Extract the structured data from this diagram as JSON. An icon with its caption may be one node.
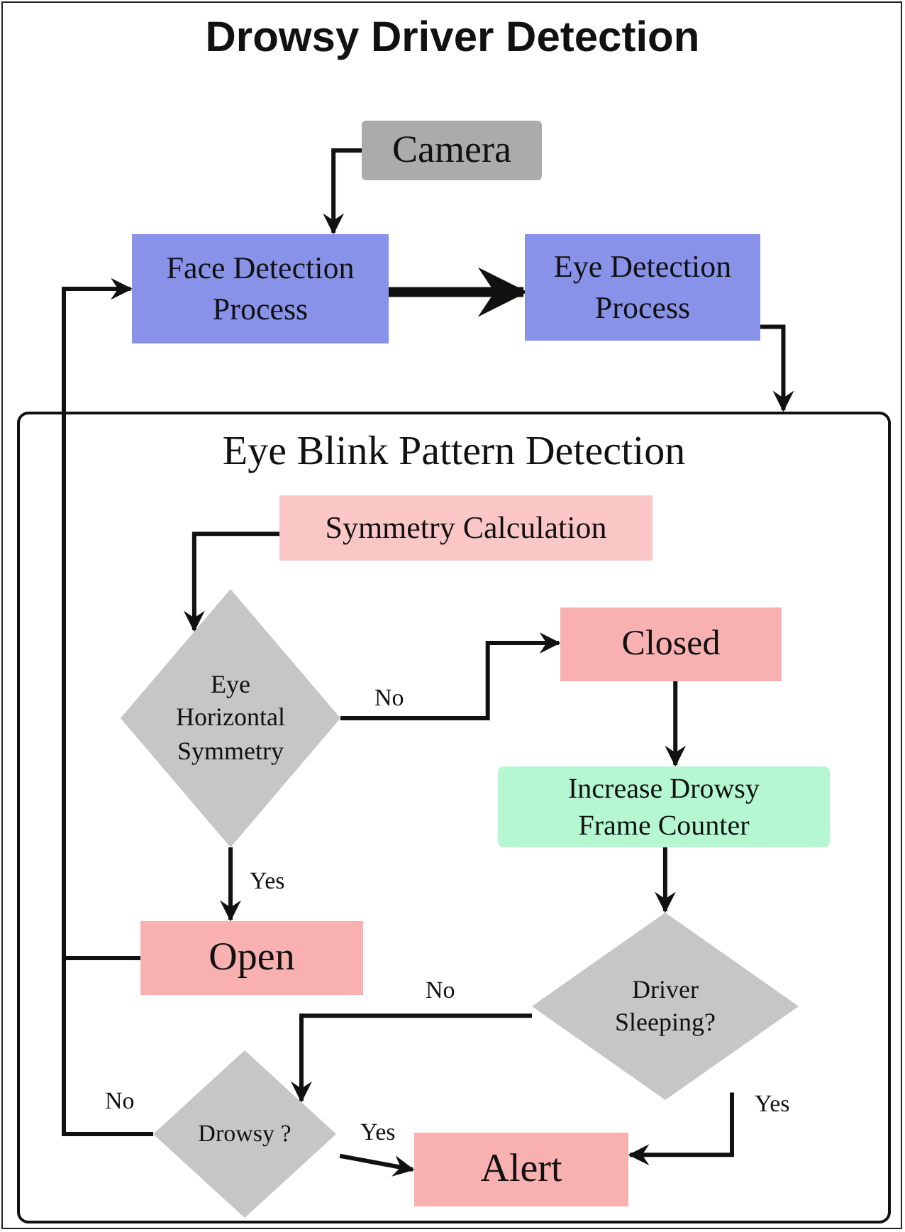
{
  "diagram": {
    "title": "Drowsy Driver Detection",
    "nodes": [
      {
        "text": [
          "Camera"
        ]
      },
      {
        "text": [
          "Face Detection Process"
        ]
      },
      {
        "text": [
          "Eye Detection Process"
        ]
      },
      {
        "text": [
          "Eye Blink Pattern Detection"
        ]
      },
      {
        "text": [
          "Symmetry Calculation"
        ],
        "in": 3
      },
      {
        "text": [
          "Eye Horizontal Symmetry"
        ],
        "in": 3
      },
      {
        "text": [
          "Closed"
        ],
        "in": 3
      },
      {
        "text": [
          "Increase Drowsy Frame Counter"
        ],
        "in": 3
      },
      {
        "text": [
          "Open"
        ],
        "in": 3
      },
      {
        "text": [
          "Driver Sleeping?"
        ],
        "in": 3
      },
      {
        "text": [
          "Drowsy ?"
        ],
        "in": 3
      },
      {
        "text": [
          "Alert"
        ],
        "in": 3
      }
    ],
    "edges": [
      {
        "from": 0,
        "to": 1,
        "arrow": "to"
      },
      {
        "from": 1,
        "to": 2,
        "arrow": "to",
        "style": "thick"
      },
      {
        "from": 2,
        "to": 3,
        "arrow": "to"
      },
      {
        "from": 4,
        "to": 5,
        "arrow": "to"
      },
      {
        "from": 5,
        "to": 6,
        "arrow": "to",
        "label": "No"
      },
      {
        "from": 5,
        "to": 8,
        "arrow": "to",
        "label": "Yes"
      },
      {
        "from": 6,
        "to": 7,
        "arrow": "to"
      },
      {
        "from": 7,
        "to": 9,
        "arrow": "to"
      },
      {
        "from": 9,
        "to": 10,
        "arrow": "to",
        "label": "No"
      },
      {
        "from": 9,
        "to": 11,
        "arrow": "to",
        "label": "Yes"
      },
      {
        "from": 10,
        "to": 11,
        "arrow": "to",
        "label": "Yes"
      },
      {
        "from": 8,
        "to": 1,
        "arrow": "to"
      },
      {
        "from": 10,
        "to": 1,
        "arrow": "to",
        "label": "No"
      }
    ]
  }
}
